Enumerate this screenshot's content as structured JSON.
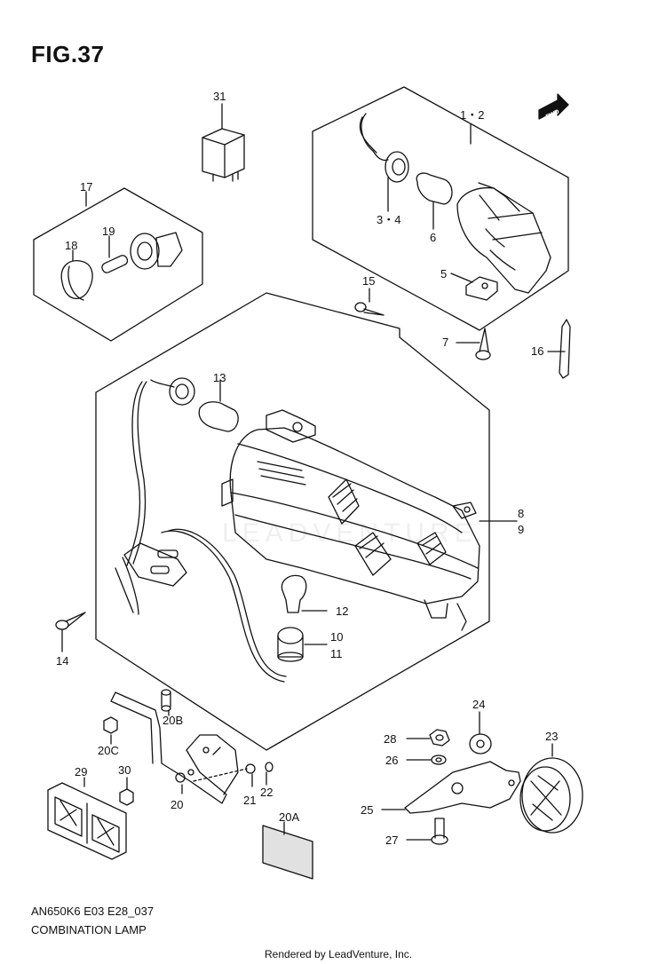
{
  "figure_title": "FIG.37",
  "fwd_arrow_text": "FWD",
  "watermark": "LEADVENTURE",
  "part_labels": {
    "p31": "31",
    "p1_2": "1・2",
    "p3_4": "3・4",
    "p6": "6",
    "p5": "5",
    "p17": "17",
    "p18": "18",
    "p19": "19",
    "p15": "15",
    "p7": "7",
    "p16": "16",
    "p13": "13",
    "p8": "8",
    "p9": "9",
    "p12": "12",
    "p10": "10",
    "p11": "11",
    "p14": "14",
    "p20b": "20B",
    "p20c": "20C",
    "p30": "30",
    "p29": "29",
    "p20": "20",
    "p21": "21",
    "p22": "22",
    "p20a": "20A",
    "p24": "24",
    "p28": "28",
    "p26": "26",
    "p23": "23",
    "p25": "25",
    "p27": "27"
  },
  "footer": {
    "model_code": "AN650K6 E03 E28_037",
    "diagram_name": "COMBINATION LAMP"
  },
  "credit": "Rendered by LeadVenture, Inc."
}
